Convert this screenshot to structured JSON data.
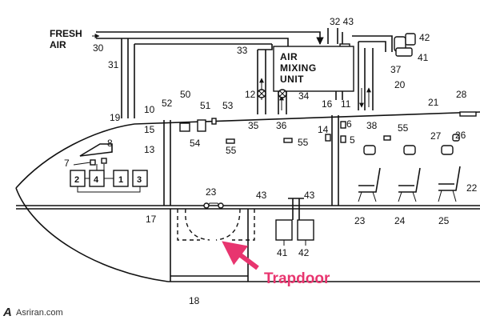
{
  "diagram": {
    "inlet_label": [
      "FRESH",
      "AIR"
    ],
    "unit_label": [
      "AIR",
      "MIXING",
      "UNIT"
    ],
    "annotation": "Trapdoor",
    "annotation_color": "#e8356f",
    "cockpit_boxes": [
      "2",
      "4",
      "1",
      "3"
    ],
    "labels": {
      "n30": "30",
      "n31": "31",
      "n32_43": "32 43",
      "n42a": "42",
      "n41a": "41",
      "n33": "33",
      "n37": "37",
      "n20": "20",
      "n12": "12",
      "n34": "34",
      "n35": "35",
      "n36": "36",
      "n16": "16",
      "n11": "11",
      "n38": "38",
      "n21": "21",
      "n28": "28",
      "n50": "50",
      "n52": "52",
      "n10": "10",
      "n51": "51",
      "n53": "53",
      "n19": "19",
      "n15": "15",
      "n13": "13",
      "n54": "54",
      "n55a": "55",
      "n55b": "55",
      "n14": "14",
      "n6": "6",
      "n5": "5",
      "n55c": "55",
      "n27": "27",
      "n26": "26",
      "n8": "8",
      "n7": "7",
      "n23a": "23",
      "n43a": "43",
      "n43b": "43",
      "n22": "22",
      "n17": "17",
      "n23b": "23",
      "n24": "24",
      "n25": "25",
      "n41b": "41",
      "n42b": "42",
      "n18": "18"
    }
  },
  "watermark": {
    "logo": "A",
    "text": "Asriran.com"
  }
}
